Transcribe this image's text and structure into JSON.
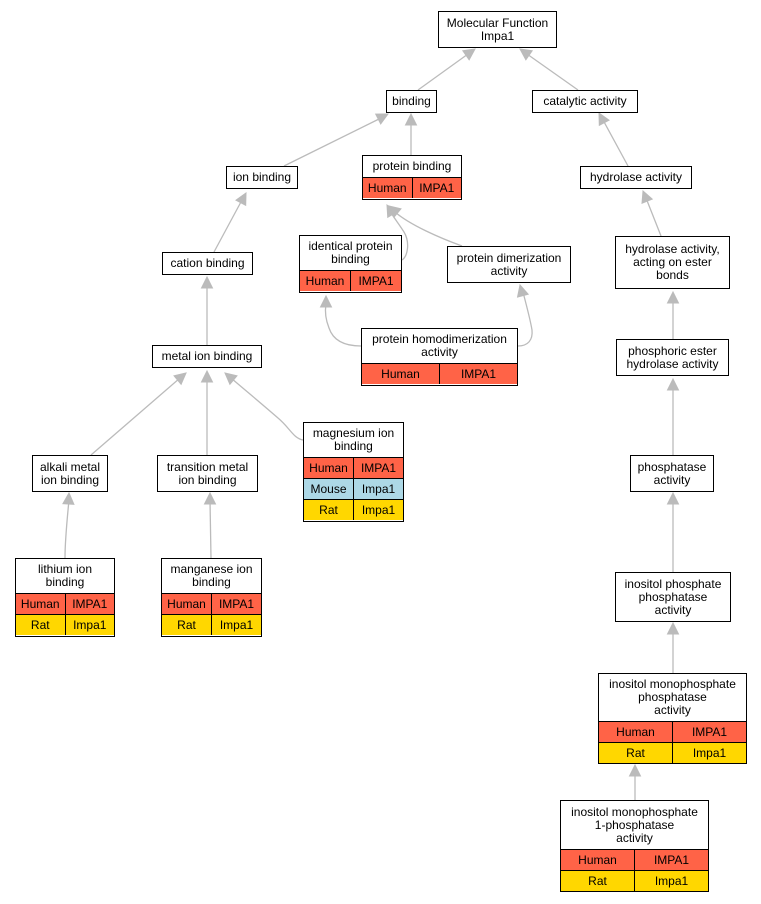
{
  "colors": {
    "human": "#ff6347",
    "mouse": "#add8e6",
    "rat": "#ffd700",
    "edge": "#bbbbbb"
  },
  "nodes": {
    "mf": {
      "label": "Molecular Function\nImpa1"
    },
    "binding": {
      "label": "binding"
    },
    "catalytic": {
      "label": "catalytic activity"
    },
    "ionb": {
      "label": "ion binding"
    },
    "protb": {
      "label": "protein binding",
      "rows": [
        {
          "species": "Human",
          "gene": "IMPA1"
        }
      ]
    },
    "hydrolase": {
      "label": "hydrolase activity"
    },
    "cationb": {
      "label": "cation binding"
    },
    "identical": {
      "label": "identical protein\nbinding",
      "rows": [
        {
          "species": "Human",
          "gene": "IMPA1"
        }
      ]
    },
    "dimer": {
      "label": "protein dimerization\nactivity"
    },
    "hydroester": {
      "label": "hydrolase activity,\nacting on ester\nbonds"
    },
    "metal": {
      "label": "metal ion binding"
    },
    "homodimer": {
      "label": "protein homodimerization\nactivity",
      "rows": [
        {
          "species": "Human",
          "gene": "IMPA1"
        }
      ]
    },
    "phosester": {
      "label": "phosphoric ester\nhydrolase activity"
    },
    "alkali": {
      "label": "alkali metal\nion binding"
    },
    "transition": {
      "label": "transition metal\nion binding"
    },
    "magnesium": {
      "label": "magnesium ion\nbinding",
      "rows": [
        {
          "species": "Human",
          "gene": "IMPA1"
        },
        {
          "species": "Mouse",
          "gene": "Impa1"
        },
        {
          "species": "Rat",
          "gene": "Impa1"
        }
      ]
    },
    "phosphatase": {
      "label": "phosphatase\nactivity"
    },
    "lithium": {
      "label": "lithium ion\nbinding",
      "rows": [
        {
          "species": "Human",
          "gene": "IMPA1"
        },
        {
          "species": "Rat",
          "gene": "Impa1"
        }
      ]
    },
    "manganese": {
      "label": "manganese ion\nbinding",
      "rows": [
        {
          "species": "Human",
          "gene": "IMPA1"
        },
        {
          "species": "Rat",
          "gene": "Impa1"
        }
      ]
    },
    "inositolp": {
      "label": "inositol phosphate\nphosphatase\nactivity"
    },
    "inositolmono": {
      "label": "inositol monophosphate\nphosphatase\nactivity",
      "rows": [
        {
          "species": "Human",
          "gene": "IMPA1"
        },
        {
          "species": "Rat",
          "gene": "Impa1"
        }
      ]
    },
    "inositol1p": {
      "label": "inositol monophosphate\n1-phosphatase\nactivity",
      "rows": [
        {
          "species": "Human",
          "gene": "IMPA1"
        },
        {
          "species": "Rat",
          "gene": "Impa1"
        }
      ]
    }
  },
  "edges": [
    {
      "from": "binding",
      "to": "mf"
    },
    {
      "from": "catalytic",
      "to": "mf"
    },
    {
      "from": "ionb",
      "to": "binding"
    },
    {
      "from": "protb",
      "to": "binding"
    },
    {
      "from": "hydrolase",
      "to": "catalytic"
    },
    {
      "from": "cationb",
      "to": "ionb"
    },
    {
      "from": "identical",
      "to": "protb"
    },
    {
      "from": "dimer",
      "to": "protb"
    },
    {
      "from": "hydroester",
      "to": "hydrolase"
    },
    {
      "from": "metal",
      "to": "cationb"
    },
    {
      "from": "homodimer",
      "to": "identical"
    },
    {
      "from": "homodimer",
      "to": "dimer"
    },
    {
      "from": "phosester",
      "to": "hydroester"
    },
    {
      "from": "alkali",
      "to": "metal"
    },
    {
      "from": "transition",
      "to": "metal"
    },
    {
      "from": "magnesium",
      "to": "metal"
    },
    {
      "from": "phosphatase",
      "to": "phosester"
    },
    {
      "from": "lithium",
      "to": "alkali"
    },
    {
      "from": "manganese",
      "to": "transition"
    },
    {
      "from": "inositolp",
      "to": "phosphatase"
    },
    {
      "from": "inositolmono",
      "to": "inositolp"
    },
    {
      "from": "inositol1p",
      "to": "inositolmono"
    }
  ]
}
